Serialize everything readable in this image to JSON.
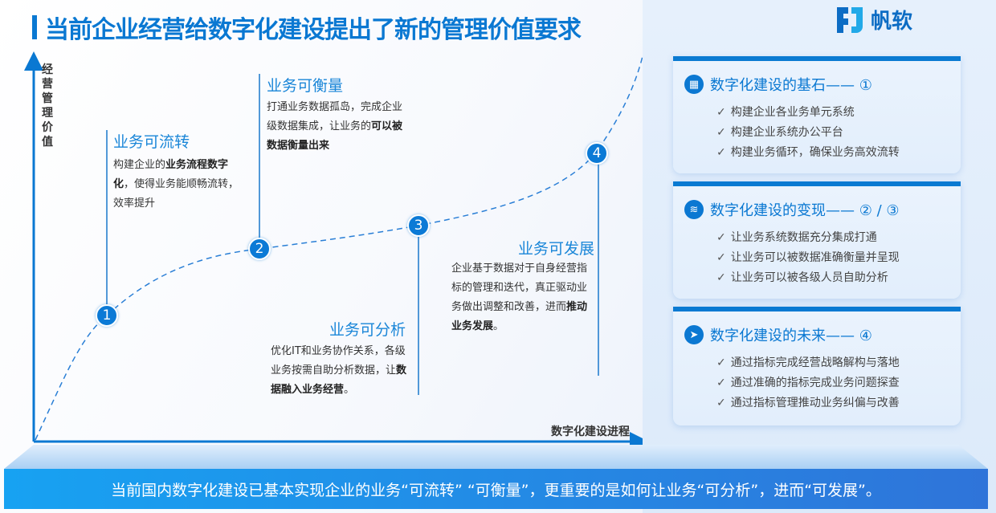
{
  "title": "当前企业经营给数字化建设提出了新的管理价值要求",
  "logo": {
    "text": "帆软"
  },
  "axes": {
    "y_label": "经营管理价值",
    "x_label": "数字化建设进程"
  },
  "stages": [
    {
      "num": "1",
      "title": "业务可流转",
      "desc_pre": "构建企业的",
      "desc_bold": "业务流程数字化",
      "desc_post": "，使得业务能顺畅流转，效率提升"
    },
    {
      "num": "2",
      "title": "业务可衡量",
      "desc_pre": "打通业务数据孤岛，完成企业级数据集成，让业务的",
      "desc_bold": "可以被数据衡量出来",
      "desc_post": ""
    },
    {
      "num": "3",
      "title": "业务可分析",
      "desc_pre": "优化IT和业务协作关系，各级业务按需自助分析数据，让",
      "desc_bold": "数据融入业务经营",
      "desc_post": "。"
    },
    {
      "num": "4",
      "title": "业务可发展",
      "desc_pre": "企业基于数据对于自身经营指标的管理和迭代，真正驱动业务做出调整和改善，进而",
      "desc_bold": "推动业务发展",
      "desc_post": "。"
    }
  ],
  "cards": [
    {
      "icon": "grid-icon",
      "title": "数字化建设的基石—— ①",
      "items": [
        "构建企业各业务单元系统",
        "构建企业系统办公平台",
        "构建业务循环，确保业务高效流转"
      ]
    },
    {
      "icon": "layers-icon",
      "title": "数字化建设的变现—— ② / ③",
      "items": [
        "让业务系统数据充分集成打通",
        "让业务可以被数据准确衡量并呈现",
        "让业务可以被各级人员自助分析"
      ]
    },
    {
      "icon": "send-icon",
      "title": "数字化建设的未来—— ④",
      "items": [
        "通过指标完成经营战略解构与落地",
        "通过准确的指标完成业务问题探查",
        "通过指标管理推动业务纠偏与改善"
      ]
    }
  ],
  "check": "✓",
  "banner": "当前国内数字化建设已基本实现企业的业务“可流转” “可衡量”，更重要的是如何让业务“可分析”，进而“可发展”。",
  "colors": {
    "primary": "#0a78d2",
    "accent": "#1a86d8"
  }
}
